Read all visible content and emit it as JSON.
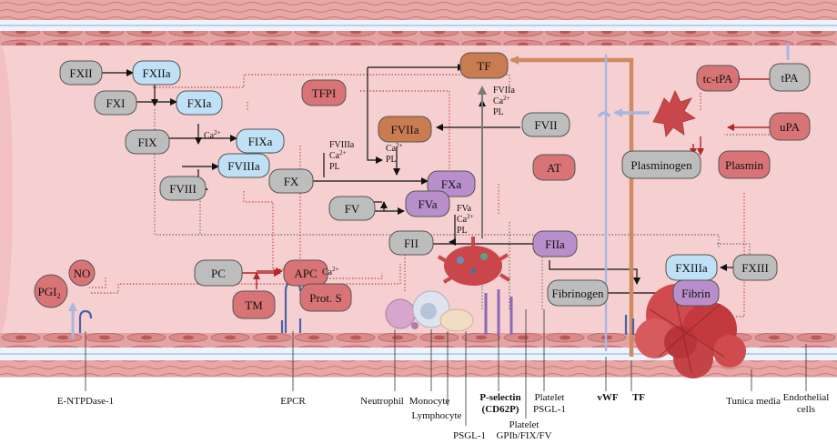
{
  "colors": {
    "lumen": "#f6cfd0",
    "wall": "#e39a9a",
    "wall_dark": "#c96a6a",
    "blue_line": "#a9c3e6",
    "gray_node": "#bdbdbd",
    "blue_node": "#bfe0f5",
    "purple_node": "#b98fcb",
    "red_node": "#d97476",
    "brown_node": "#c97b52",
    "tf_arrow": "#cf8a62",
    "clot": "#c9474a"
  },
  "nodes": {
    "fxii": "FXII",
    "fxiia": "FXIIa",
    "fxi": "FXI",
    "fxia": "FXIa",
    "fix": "FIX",
    "fixa": "FIXa",
    "fviii": "FVIII",
    "fviiia": "FVIIIa",
    "fx": "FX",
    "fxa": "FXa",
    "fv": "FV",
    "fva": "FVa",
    "fii": "FII",
    "fiia": "FIIa",
    "fvii": "FVII",
    "fviia": "FVIIa",
    "tf": "TF",
    "tfpi": "TFPI",
    "at": "AT",
    "tctpa": "tc-tPA",
    "tpa": "tPA",
    "upa": "uPA",
    "plasminogen": "Plasminogen",
    "plasmin": "Plasmin",
    "fxiiia": "FXIIIa",
    "fxiii": "FXIII",
    "fibrinogen": "Fibrinogen",
    "fibrin": "Fibrin",
    "pc": "PC",
    "apc": "APC",
    "tm": "TM",
    "prots": "Prot. S",
    "no": "NO",
    "pgi": "PGI",
    "pgi_sub": "2"
  },
  "cofactors": {
    "ca_fxia": "Ca",
    "fviiia_text": "FVIIIa",
    "ca1": "Ca",
    "pl1": "PL",
    "ca2": "Ca",
    "pl2": "PL",
    "fviia_text": "FVIIa",
    "ca3": "Ca",
    "pl3": "PL",
    "fva_text": "FVa",
    "ca4": "Ca",
    "pl4": "PL",
    "ca5": "Ca",
    "sup": "2+"
  },
  "bottom_labels": {
    "entpdase": "E-NTPDase-1",
    "epcr": "EPCR",
    "neutrophil": "Neutrophil",
    "monocyte": "Monocyte",
    "lymphocyte": "Lymphocyte",
    "psgl1": "PSGL-1",
    "pselectin_1": "P-selectin",
    "pselectin_2": "(CD62P)",
    "platelet_psgl_1": "Platelet",
    "platelet_psgl_2": "PSGL-1",
    "platelet_gp_1": "Platelet",
    "platelet_gp_2": "GPIb/FIX/FV",
    "vwf": "vWF",
    "tf": "TF",
    "tunica": "Tunica media",
    "endothelial_1": "Endothelial",
    "endothelial_2": "cells"
  }
}
